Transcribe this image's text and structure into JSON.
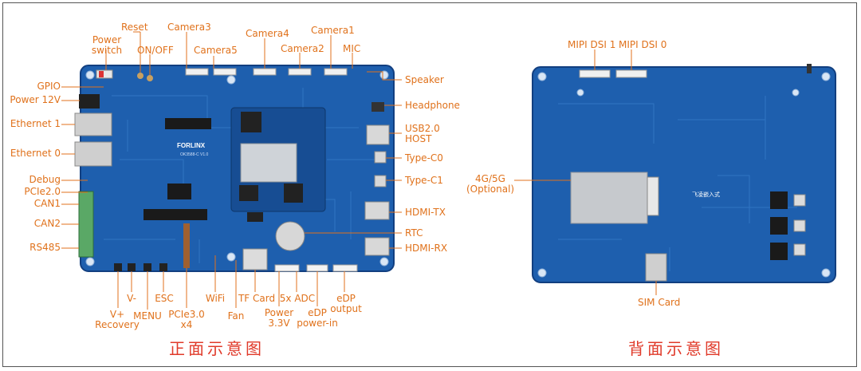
{
  "front": {
    "caption": "正面示意图",
    "board_logo": "FORLINX",
    "board_model": "OK3588-C V1.0",
    "labels": {
      "power_switch": "Power\nswitch",
      "reset": "Reset",
      "on_off": "ON/OFF",
      "camera3": "Camera3",
      "camera5": "Camera5",
      "camera4": "Camera4",
      "camera2": "Camera2",
      "camera1": "Camera1",
      "mic": "MIC",
      "gpio": "GPIO",
      "power12v": "Power 12V",
      "ethernet1": "Ethernet 1",
      "ethernet0": "Ethernet 0",
      "debug": "Debug",
      "pcie20": "PCIe2.0",
      "can1": "CAN1",
      "can2": "CAN2",
      "rs485": "RS485",
      "speaker": "Speaker",
      "headphone": "Headphone",
      "usb20host": "USB2.0\nHOST",
      "typec0": "Type-C0",
      "typec1": "Type-C1",
      "hdmitx": "HDMI-TX",
      "rtc": "RTC",
      "hdmirx": "HDMI-RX",
      "vplus": "V+\nRecovery",
      "vminus": "V-",
      "menu": "MENU",
      "esc": "ESC",
      "pcie30": "PCIe3.0\nx4",
      "wifi": "WiFi",
      "fan": "Fan",
      "tfcard": "TF Card",
      "power33": "Power\n3.3V",
      "adc": "5x ADC",
      "edp_power": "eDP\npower-in",
      "edp_output": "eDP\noutput"
    }
  },
  "back": {
    "caption": "背面示意图",
    "board_logo": "飞凌嵌入式",
    "labels": {
      "mipi1": "MIPI DSI 1",
      "mipi0": "MIPI DSI 0",
      "g45": "4G/5G\n(Optional)",
      "simcard": "SIM Card"
    }
  },
  "colors": {
    "label": "#e0721c",
    "caption": "#e03a2a",
    "board": "#1e5fae",
    "board_dark": "#123f80",
    "trace": "#3d82d2",
    "frame": "#555555"
  }
}
